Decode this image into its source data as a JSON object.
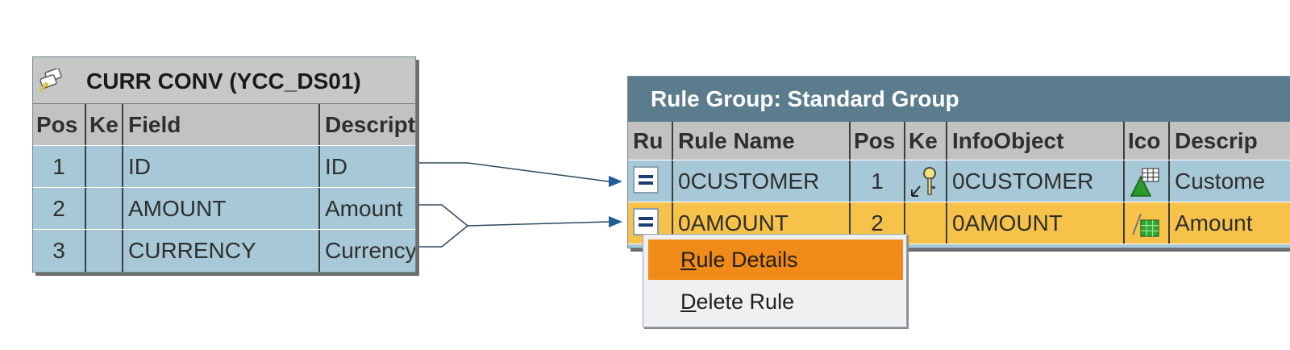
{
  "source_table": {
    "title": "CURR CONV (YCC_DS01)",
    "icon": "datasource-icon",
    "columns": [
      "Pos",
      "Ke",
      "Field",
      "Descript."
    ],
    "rows": [
      {
        "pos": "1",
        "key": "",
        "field": "ID",
        "desc": "ID"
      },
      {
        "pos": "2",
        "key": "",
        "field": "AMOUNT",
        "desc": "Amount"
      },
      {
        "pos": "3",
        "key": "",
        "field": "CURRENCY",
        "desc": "Currency"
      }
    ]
  },
  "rule_group": {
    "title": "Rule Group: Standard Group",
    "columns": [
      "Ru",
      "Rule Name",
      "Pos",
      "Ke",
      "InfoObject",
      "Ico",
      "Descrip"
    ],
    "rows": [
      {
        "rule_icon": "equals-rule-icon",
        "name": "0CUSTOMER",
        "pos": "1",
        "key_icon": "key-icon",
        "infoobject": "0CUSTOMER",
        "type_icon": "characteristic-icon",
        "desc": "Custome"
      },
      {
        "rule_icon": "equals-rule-icon",
        "name": "0AMOUNT",
        "pos": "2",
        "key_icon": "",
        "infoobject": "0AMOUNT",
        "type_icon": "keyfigure-icon",
        "desc": "Amount"
      }
    ],
    "selected_row": 2
  },
  "context_menu": {
    "items": [
      {
        "label_first": "R",
        "label_rest": "ule Details",
        "highlighted": true
      },
      {
        "label_first": "D",
        "label_rest": "elete Rule",
        "highlighted": false
      }
    ]
  },
  "colors": {
    "row_bg": "#a7c8d6",
    "selected_row": "#f6c24a",
    "menu_highlight": "#f08a18",
    "rule_title_bg": "#5b7c8d"
  }
}
